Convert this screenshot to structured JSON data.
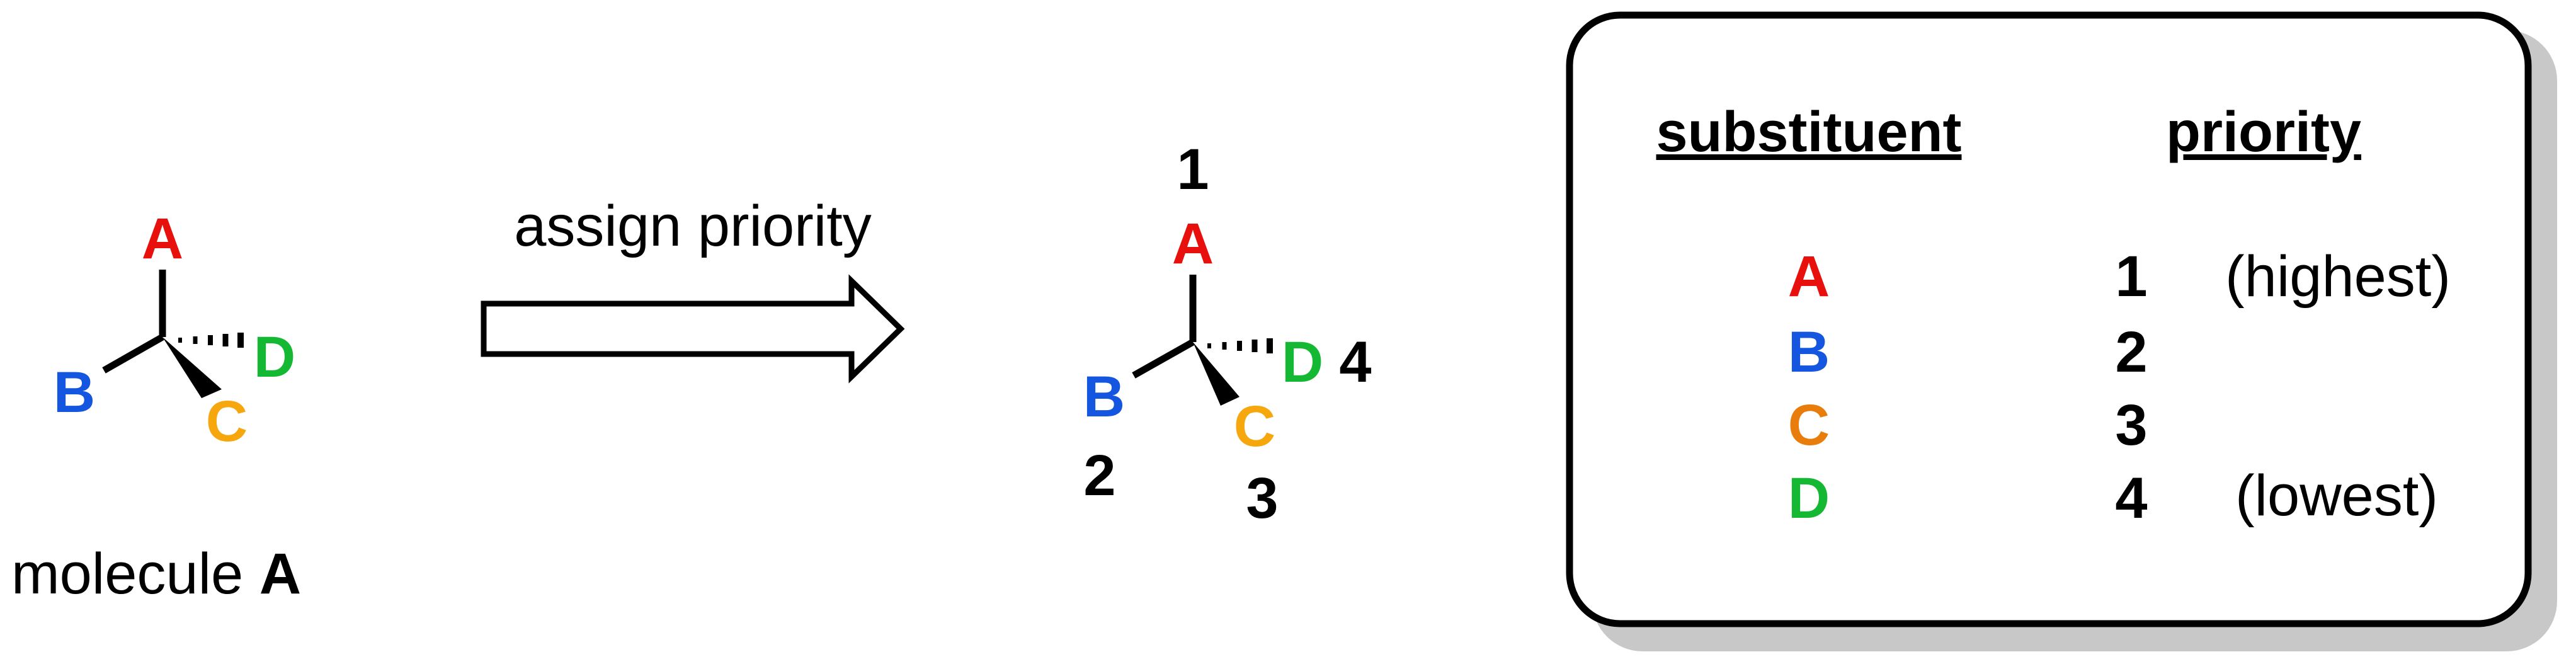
{
  "colors": {
    "A": "#e8100c",
    "B": "#1456e0",
    "C_molecule": "#f5a70d",
    "C_table": "#e87d0c",
    "D": "#15b832",
    "ink": "#000000",
    "shadow": "#c8c8c8"
  },
  "left": {
    "labels": {
      "A": "A",
      "B": "B",
      "C": "C",
      "D": "D"
    },
    "caption_text": "molecule ",
    "caption_bold": "A"
  },
  "arrow": {
    "label": "assign priority"
  },
  "middle": {
    "labels": {
      "A": "A",
      "B": "B",
      "C": "C",
      "D": "D"
    },
    "priority_numbers": {
      "A": "1",
      "B": "2",
      "C": "3",
      "D": "4"
    }
  },
  "table": {
    "headers": {
      "substituent": "substituent",
      "priority": "priority"
    },
    "rows": [
      {
        "substituent": "A",
        "priority": "1",
        "note": "(highest)"
      },
      {
        "substituent": "B",
        "priority": "2",
        "note": ""
      },
      {
        "substituent": "C",
        "priority": "3",
        "note": ""
      },
      {
        "substituent": "D",
        "priority": "4",
        "note": "(lowest)"
      }
    ]
  }
}
